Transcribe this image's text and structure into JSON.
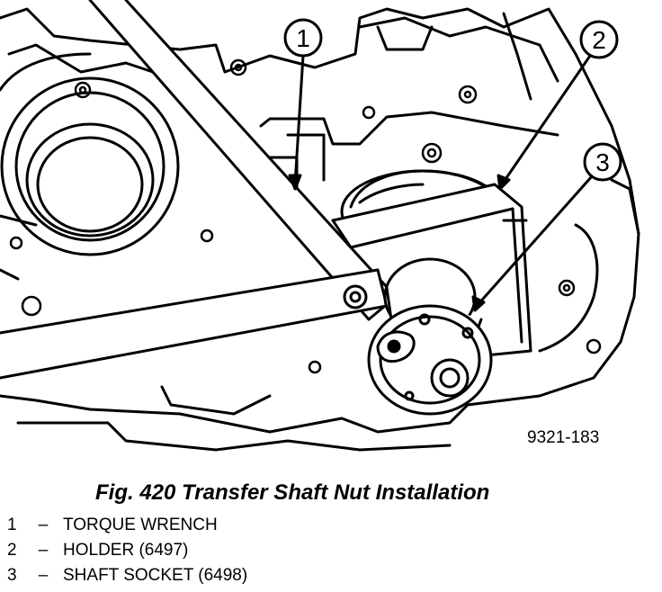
{
  "callouts": [
    {
      "number": "1"
    },
    {
      "number": "2"
    },
    {
      "number": "3"
    }
  ],
  "figure_id": "9321-183",
  "caption": "Fig. 420 Transfer Shaft Nut Installation",
  "legend": [
    {
      "number": "1",
      "separator": "–",
      "label": "TORQUE WRENCH"
    },
    {
      "number": "2",
      "separator": "–",
      "label": "HOLDER (6497)"
    },
    {
      "number": "3",
      "separator": "–",
      "label": "SHAFT SOCKET (6498)"
    }
  ]
}
